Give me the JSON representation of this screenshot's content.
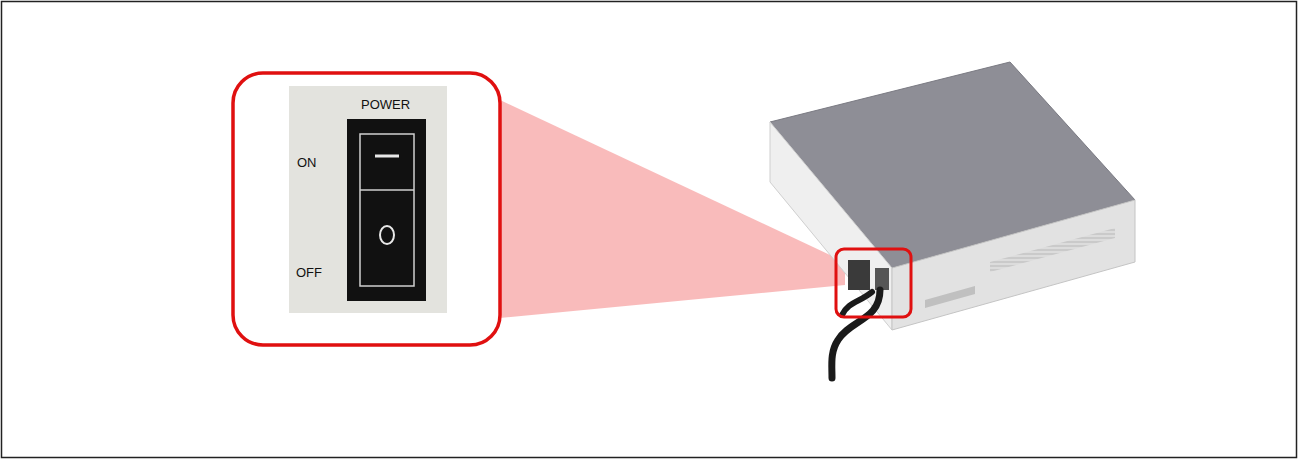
{
  "diagram": {
    "labels": [
      "POWER",
      "ON",
      "OFF"
    ]
  }
}
